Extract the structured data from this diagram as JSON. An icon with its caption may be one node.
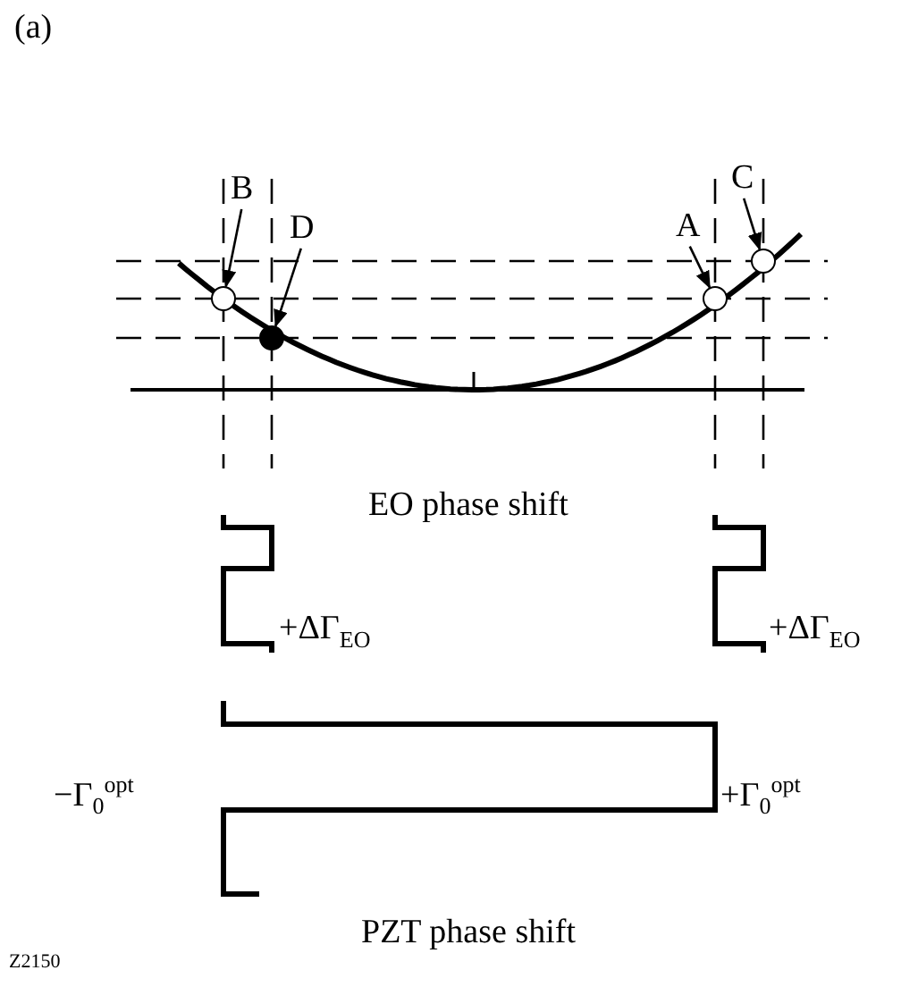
{
  "diagram": {
    "nodes": [
      {
        "text": [
          "B"
        ]
      },
      {
        "text": [
          "D"
        ]
      },
      {
        "text": [
          "A"
        ]
      },
      {
        "text": [
          "C"
        ]
      },
      {
        "text": [],
        "shape": "circle"
      },
      {
        "text": [],
        "shape": "circle"
      },
      {
        "text": [],
        "shape": "circle"
      },
      {
        "text": [],
        "shape": "circle"
      }
    ],
    "edges": [
      {
        "from": 0,
        "to": 4,
        "arrow": "to"
      },
      {
        "from": 1,
        "to": 5,
        "arrow": "to"
      },
      {
        "from": 2,
        "to": 6,
        "arrow": "to"
      },
      {
        "from": 3,
        "to": 7,
        "arrow": "to"
      }
    ],
    "labels": [
      "(a)",
      "EO phase shift",
      "+ΔΓ$_{EO}$",
      "+ΔΓ$_{EO}$",
      "−Γ$_{0}$$^{opt}$",
      "+Γ$_{0}$$^{opt}$",
      "PZT phase shift",
      "Z2150"
    ]
  }
}
